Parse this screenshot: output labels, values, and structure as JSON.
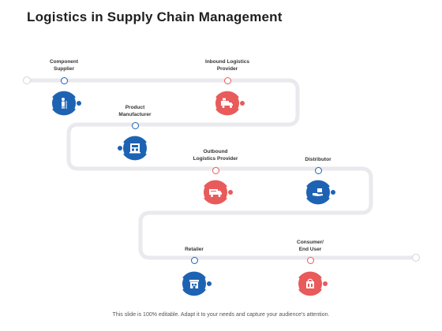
{
  "title": "Logistics in Supply Chain Management",
  "footer": "This slide is 100% editable. Adapt it to your needs and capture your audience's attention.",
  "colors": {
    "blue": "#1e63b3",
    "red": "#e95a5a",
    "track": "#e9e9ee"
  },
  "nodes": [
    {
      "label": "Component\nSupplier",
      "color": "blue",
      "icon": "worker-icon"
    },
    {
      "label": "Inbound Logistics\nProvider",
      "color": "red",
      "icon": "delivery-truck-icon"
    },
    {
      "label": "Product\nManufacturer",
      "color": "blue",
      "icon": "factory-box-icon"
    },
    {
      "label": "Outbound\nLogistics  Provider",
      "color": "red",
      "icon": "truck-icon"
    },
    {
      "label": "Distributor",
      "color": "blue",
      "icon": "hand-package-icon"
    },
    {
      "label": "Retailer",
      "color": "blue",
      "icon": "store-icon"
    },
    {
      "label": "Consumer/\nEnd User",
      "color": "red",
      "icon": "shopping-icon"
    }
  ]
}
